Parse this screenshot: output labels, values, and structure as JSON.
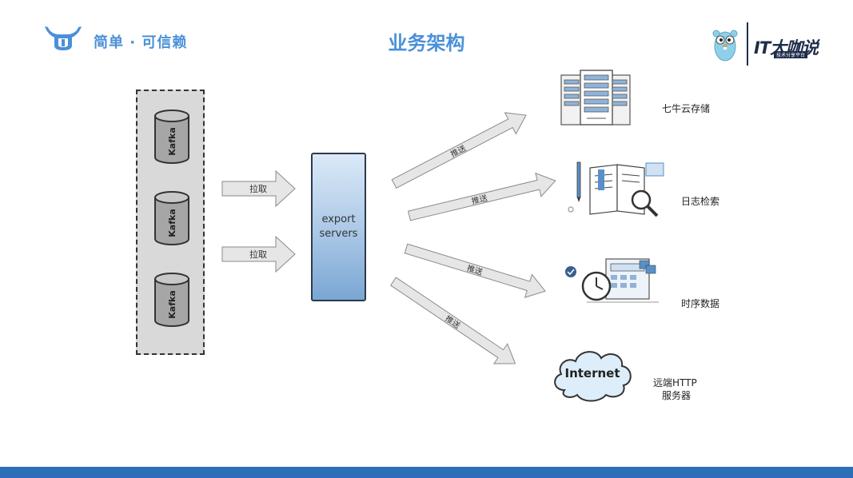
{
  "header": {
    "slogan": "简单 · 可信赖",
    "title": "业务架构",
    "brand_main": "IT大咖说",
    "brand_sub": "技术分享平台"
  },
  "sources": {
    "items": [
      {
        "label": "Kafka"
      },
      {
        "label": "Kafka"
      },
      {
        "label": "Kafka"
      }
    ],
    "pull_label": "拉取"
  },
  "hub": {
    "line1": "export",
    "line2": "servers"
  },
  "push_label": "推送",
  "targets": [
    {
      "label": "七牛云存储",
      "icon": "server-rack-icon"
    },
    {
      "label": "日志检索",
      "icon": "log-search-icon"
    },
    {
      "label": "时序数据",
      "icon": "time-series-icon"
    },
    {
      "label_line1": "远端HTTP",
      "label_line2": "服务器",
      "cloud_text": "Internet",
      "icon": "internet-cloud-icon"
    }
  ],
  "colors": {
    "title_blue": "#4a90d9",
    "footer_blue": "#2c6fb6",
    "arrow_fill": "#e6e6e6",
    "hub_fill": "#a9c7e6",
    "cloud_fill": "#ddeefa"
  }
}
